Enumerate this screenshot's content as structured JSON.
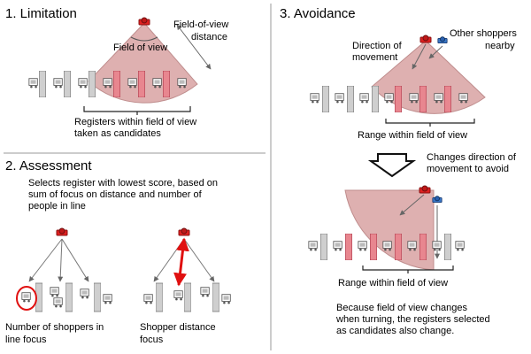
{
  "sections": {
    "limitation": {
      "title": "1. Limitation",
      "field_of_view": "Field of view",
      "fov_distance_line1": "Field-of-view",
      "fov_distance_line2": "distance",
      "caption_line1": "Registers within field of view",
      "caption_line2": "taken as candidates"
    },
    "assessment": {
      "title": "2. Assessment",
      "description_line1": "Selects register with lowest score, based on",
      "description_line2": "sum of focus on distance and number of",
      "description_line3": "people in line",
      "focus_line_line1": "Number of shoppers in",
      "focus_line_line2": "line focus",
      "focus_distance_line1": "Shopper distance",
      "focus_distance_line2": "focus"
    },
    "avoidance": {
      "title": "3. Avoidance",
      "direction_line1": "Direction of",
      "direction_line2": "movement",
      "others_line1": "Other shoppers",
      "others_line2": "nearby",
      "range1": "Range within field of view",
      "changes_line1": "Changes direction of",
      "changes_line2": "movement to avoid",
      "range2": "Range within field of view",
      "note_line1": "Because field of view changes",
      "note_line2": "when turning, the registers selected",
      "note_line3": "as candidates also change."
    }
  },
  "colors": {
    "fov_fill": "#d9a3a3",
    "register_fill": "#e8868f",
    "register_gray": "#cfcfcf",
    "shopper_red": "#e02020",
    "shopper_blue": "#3a78c8",
    "focus_red": "#e01010"
  }
}
